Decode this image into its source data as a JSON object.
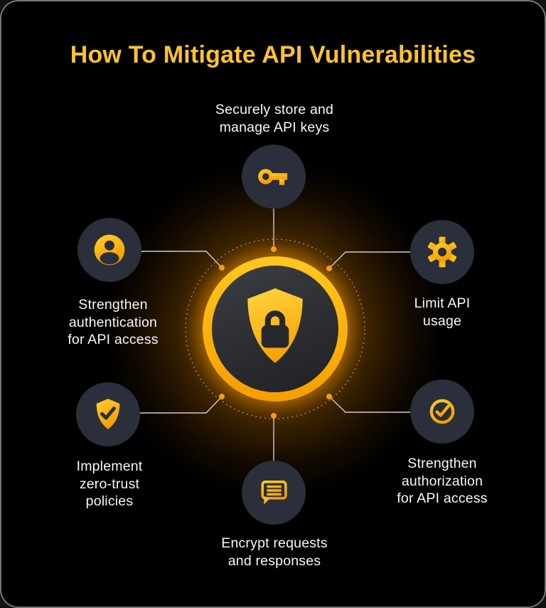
{
  "title": "How To Mitigate API Vulnerabilities",
  "colors": {
    "background": "#000000",
    "frame_border": "#777777",
    "title_text": "#FFC32C",
    "label_text": "#F7F7F7",
    "icon_yellow": "#FFCE2B",
    "icon_orange": "#F79E03",
    "node_fill": "#2A2F3B",
    "emblem_inner": "#2B2D31",
    "connector_line": "#D0D0D0",
    "connector_dot": "#F2A11C"
  },
  "center": {
    "icon": "shield-lock-icon"
  },
  "satellites": [
    {
      "icon": "key-icon",
      "position": "top",
      "lines": [
        "Securely store and",
        "manage API keys"
      ]
    },
    {
      "icon": "user-icon",
      "position": "upper-left",
      "lines": [
        "Strengthen",
        "authentication",
        "for API access"
      ]
    },
    {
      "icon": "gear-icon",
      "position": "upper-right",
      "lines": [
        "Limit API",
        "usage"
      ]
    },
    {
      "icon": "shield-check-icon",
      "position": "lower-left",
      "lines": [
        "Implement",
        "zero-trust",
        "policies"
      ]
    },
    {
      "icon": "check-circle-icon",
      "position": "lower-right",
      "lines": [
        "Strengthen",
        "authorization",
        "for API access"
      ]
    },
    {
      "icon": "chat-icon",
      "position": "bottom",
      "lines": [
        "Encrypt requests",
        "and responses"
      ]
    }
  ]
}
